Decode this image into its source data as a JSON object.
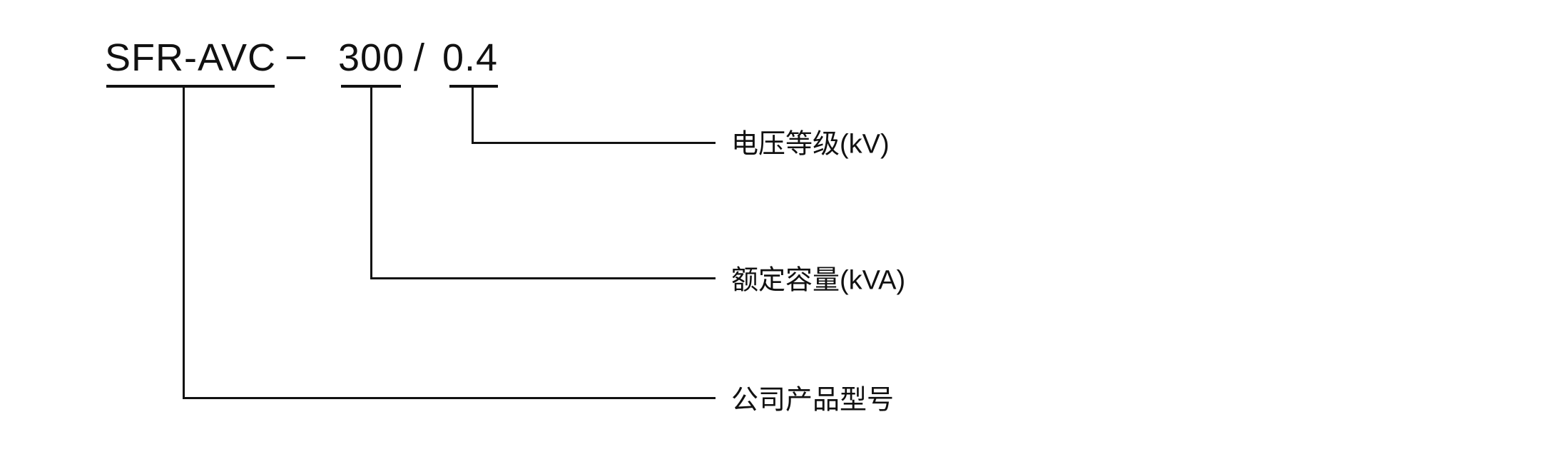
{
  "model": {
    "prefix": "SFR-AVC",
    "separator": "−",
    "capacity_value": "300",
    "slash": "/",
    "voltage_value": "0.4"
  },
  "callouts": [
    {
      "label": "电压等级(kV)"
    },
    {
      "label": "额定容量(kVA)"
    },
    {
      "label": "公司产品型号"
    }
  ],
  "colors": {
    "ink": "#111111",
    "background": "#ffffff"
  }
}
